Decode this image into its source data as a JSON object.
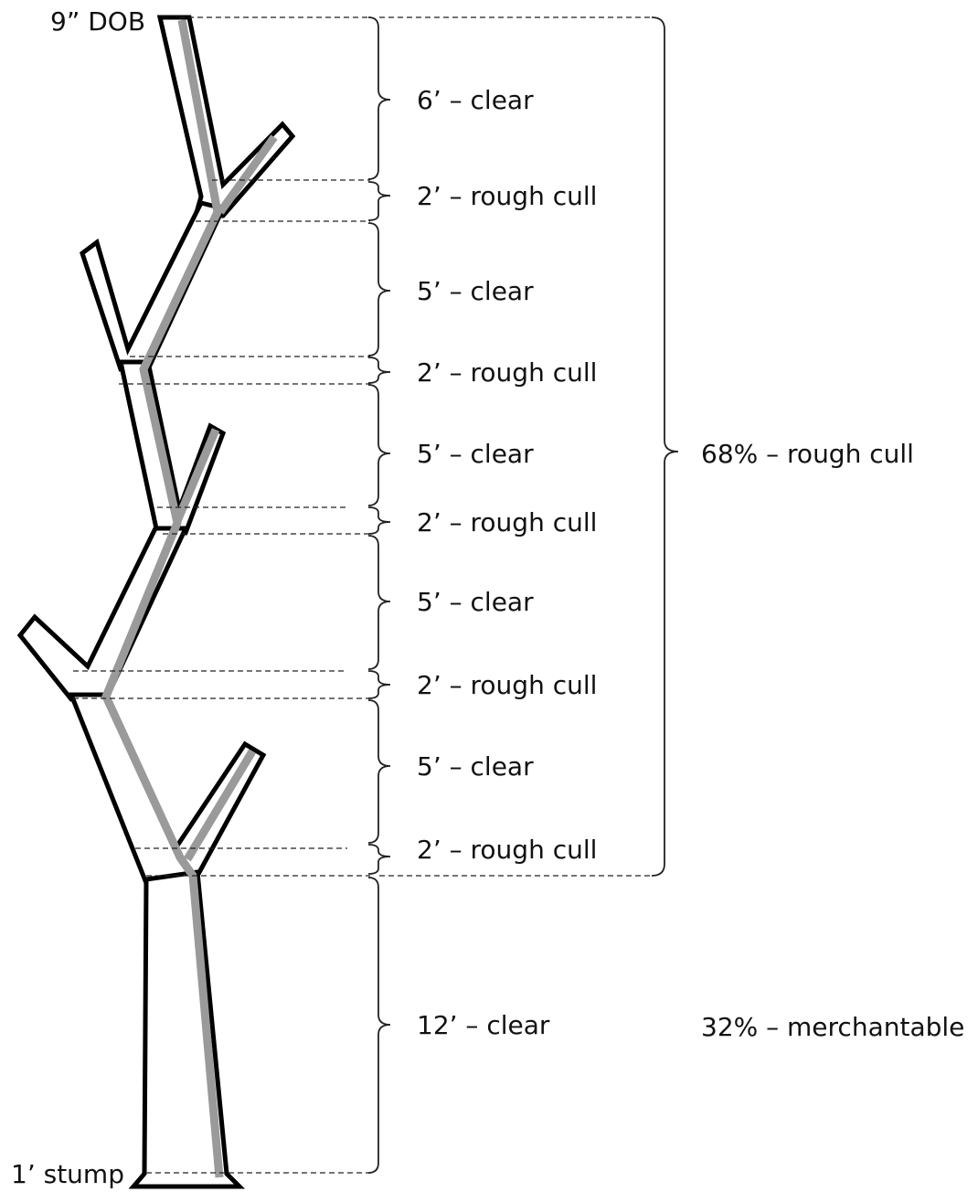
{
  "top_label": "9” DOB",
  "bottom_label": "1’ stump",
  "sections": [
    {
      "label": "6’ – clear"
    },
    {
      "label": "2’ – rough cull"
    },
    {
      "label": "5’ – clear"
    },
    {
      "label": "2’ – rough cull"
    },
    {
      "label": "5’ – clear"
    },
    {
      "label": "2’ – rough cull"
    },
    {
      "label": "5’ – clear"
    },
    {
      "label": "2’ – rough cull"
    },
    {
      "label": "5’ – clear"
    },
    {
      "label": "2’ – rough cull"
    },
    {
      "label": "12’ – clear"
    }
  ],
  "summary": {
    "upper": "68% – rough cull",
    "lower": "32% – merchantable"
  },
  "colors": {
    "outline": "#000000",
    "shading": "#9a9a9a",
    "text": "#111111"
  }
}
